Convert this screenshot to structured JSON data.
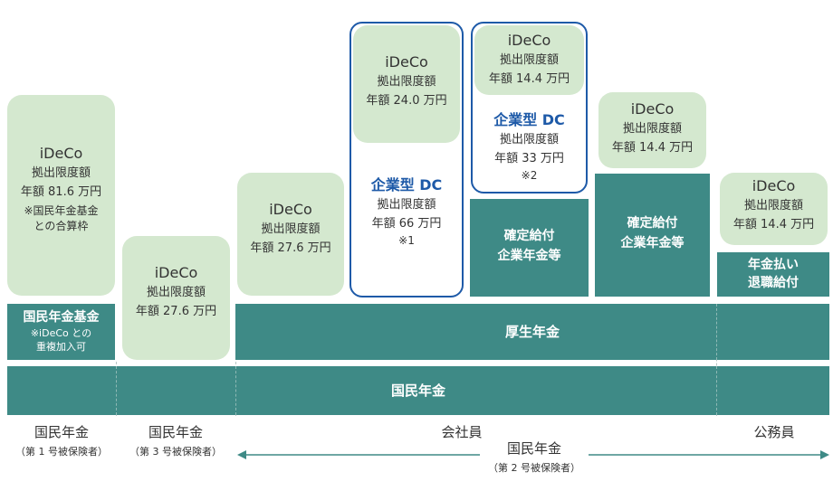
{
  "ideco": {
    "title": "iDeCo",
    "limit_label": "拠出限度額",
    "col1_amount": "年額 81.6 万円",
    "col1_note1": "※国民年金基金",
    "col1_note2": "との合算枠",
    "col2_amount": "年額 27.6 万円",
    "col3_amount": "年額 27.6 万円",
    "col4_amount": "年額 24.0 万円",
    "col5_amount": "年額 14.4 万円",
    "col6_amount": "年額 14.4 万円",
    "col7_amount": "年額 14.4 万円"
  },
  "corporate_dc": {
    "title": "企業型 DC",
    "limit_label": "拠出限度額",
    "col4_amount": "年額 66 万円",
    "col4_note": "※1",
    "col5_amount": "年額 33 万円",
    "col5_note": "※2"
  },
  "blocks": {
    "kokumin_kikin_title": "国民年金基金",
    "kokumin_kikin_note1": "※iDeCo との",
    "kokumin_kikin_note2": "重複加入可",
    "db1_line1": "確定給付",
    "db1_line2": "企業年金等",
    "db2_line1": "確定給付",
    "db2_line2": "企業年金等",
    "nenkin_line1": "年金払い",
    "nenkin_line2": "退職給付",
    "kosei_nenkin": "厚生年金",
    "kokumin_nenkin": "国民年金"
  },
  "footer": {
    "col1_label": "国民年金",
    "col1_sub": "（第 1 号被保険者）",
    "col2_label": "国民年金",
    "col2_sub": "（第 3 号被保険者）",
    "kaishain": "会社員",
    "komuin": "公務員",
    "second_label": "国民年金",
    "second_sub": "（第 2 号被保険者）"
  },
  "colors": {
    "ideco_bg": "#d4e8cf",
    "teal": "#3e8a86",
    "dc_blue": "#1e5aa8"
  }
}
